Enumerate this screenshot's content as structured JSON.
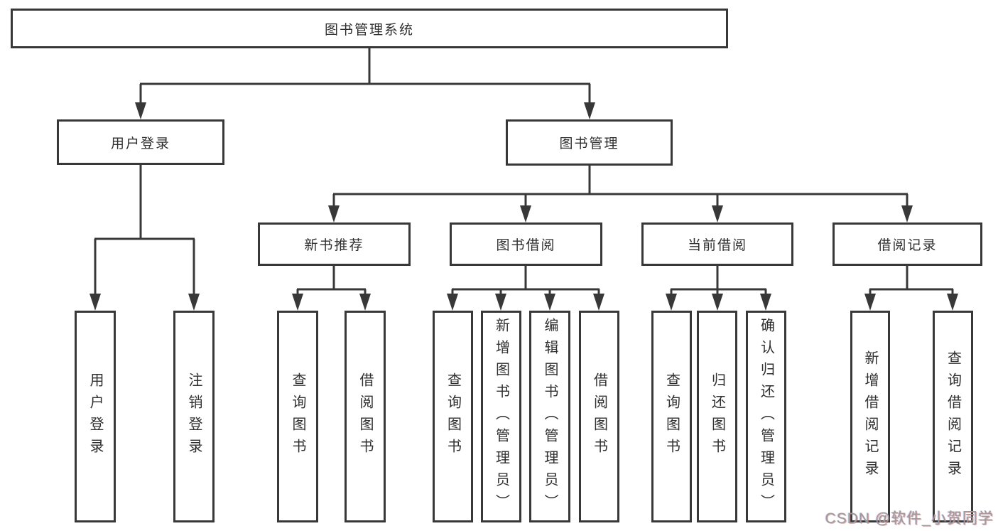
{
  "diagram": {
    "title": "图书管理系统",
    "root": {
      "label": "图书管理系统"
    },
    "level2": [
      {
        "label": "用户登录"
      },
      {
        "label": "图书管理"
      }
    ],
    "level3": [
      {
        "label": "新书推荐",
        "parent": "图书管理"
      },
      {
        "label": "图书借阅",
        "parent": "图书管理"
      },
      {
        "label": "当前借阅",
        "parent": "图书管理"
      },
      {
        "label": "借阅记录",
        "parent": "图书管理"
      }
    ],
    "leaves": [
      {
        "label": "用户登录",
        "parent": "用户登录"
      },
      {
        "label": "注销登录",
        "parent": "用户登录"
      },
      {
        "label": "查询图书",
        "parent": "新书推荐"
      },
      {
        "label": "借阅图书",
        "parent": "新书推荐"
      },
      {
        "label": "查询图书",
        "parent": "图书借阅"
      },
      {
        "label": "新增图书（管理员）",
        "parent": "图书借阅"
      },
      {
        "label": "编辑图书（管理员）",
        "parent": "图书借阅"
      },
      {
        "label": "借阅图书",
        "parent": "图书借阅"
      },
      {
        "label": "查询图书",
        "parent": "当前借阅"
      },
      {
        "label": "归还图书",
        "parent": "当前借阅"
      },
      {
        "label": "确认归还（管理员）",
        "parent": "当前借阅"
      },
      {
        "label": "新增借阅记录",
        "parent": "借阅记录"
      },
      {
        "label": "查询借阅记录",
        "parent": "借阅记录"
      }
    ],
    "colors": {
      "line": "#383838",
      "text": "#2f2f2f",
      "background": "#ffffff"
    }
  },
  "watermark": {
    "text": "CSDN @软件_小贺同学"
  }
}
